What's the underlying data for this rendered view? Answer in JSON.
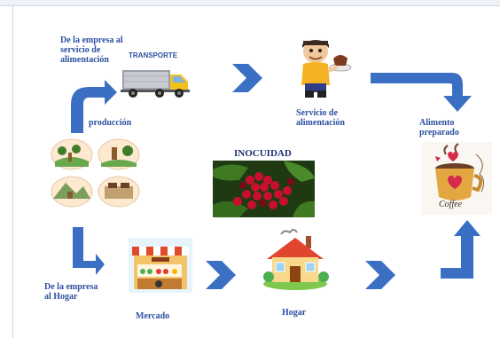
{
  "labels": {
    "empresa_servicio": "De la empresa al servicio de alimentación",
    "transporte": "TRANSPORTE",
    "produccion": "producción",
    "servicio": "Servicio de alimentación",
    "alimento": "Alimento preparado",
    "inocuidad": "INOCUIDAD",
    "empresa_hogar": "De la empresa al Hogar",
    "mercado": "Mercado",
    "hogar": "Hogar",
    "coffee": "Coffee"
  },
  "colors": {
    "arrow": "#3a6fc4",
    "label": "#2b4fa0"
  },
  "icons": {
    "truck": "truck-icon",
    "waiter": "waiter-icon",
    "production": "coffee-farming-icons",
    "beans": "coffee-cherries-photo",
    "market": "market-stall-icon",
    "house": "house-icon",
    "cup": "coffee-cup-icon"
  }
}
